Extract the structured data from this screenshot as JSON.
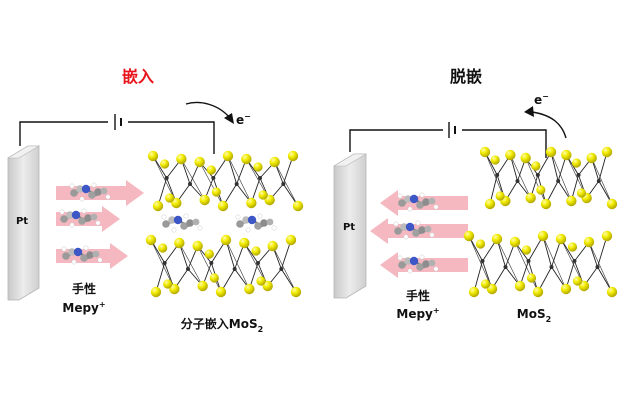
{
  "panels": {
    "left": {
      "title": "嵌入",
      "title_color": "#e8141b",
      "electrode": "Pt",
      "electron": "e",
      "electron_sup": "−",
      "cation_name": "手性",
      "cation_formula": "Mepy",
      "cation_charge": "+",
      "product_text": "分子嵌入MoS",
      "product_sub": "2"
    },
    "right": {
      "title": "脱嵌",
      "title_color": "#111111",
      "electrode": "Pt",
      "electron": "e",
      "electron_sup": "−",
      "cation_name": "手性",
      "cation_formula": "Mepy",
      "cation_charge": "+",
      "product_text": "MoS",
      "product_sub": "2"
    }
  },
  "colors": {
    "sulfur": "#f0ea00",
    "arrow": "#f5b8c0",
    "electrode": "#dcdcdc",
    "nitrogen": "#3d57c7",
    "carbon": "#9a9a9a"
  },
  "icons": {
    "battery": "battery-symbol-icon",
    "electron_flow": "curved-arrow-icon",
    "ion_flow": "block-arrow-icon"
  }
}
